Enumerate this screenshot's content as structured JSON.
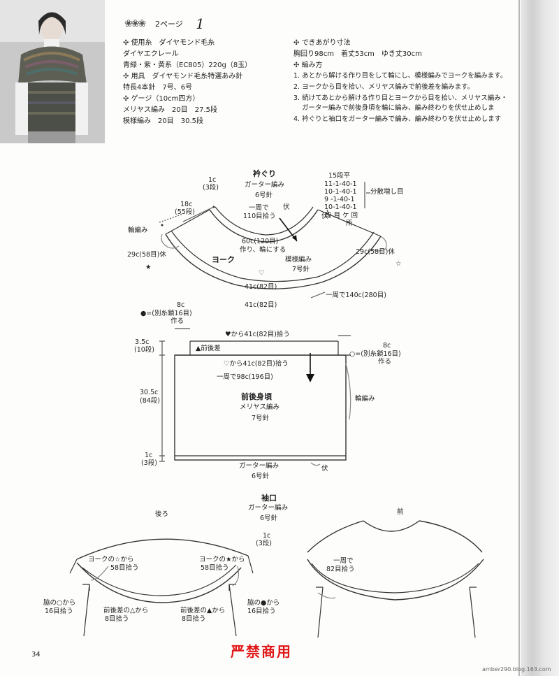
{
  "header": {
    "page_ref": "2ページ",
    "pattern_number": "1"
  },
  "materials": {
    "yarn_heading": "使用糸　ダイヤモンド毛糸",
    "yarn_name": "ダイヤエクレール",
    "yarn_color": "青緑・紫・黄系（EC805）220g（8玉）",
    "tools_heading": "用具　ダイヤモンド毛糸特選あみ針",
    "needles": "特長4本針　7号、6号",
    "gauge_heading": "ゲージ（10cm四方）",
    "gauge_1": "メリヤス編み　20目　27.5段",
    "gauge_2": "模様編み　20目　30.5段"
  },
  "finished": {
    "heading": "できあがり寸法",
    "sizes": "胸回り98cm　着丈53cm　ゆき丈30cm",
    "method_heading": "編み方",
    "steps": [
      "1. あとから解ける作り目をして輪にし、模様編みでヨークを編みます。",
      "2. ヨークから目を拾い、メリヤス編みで前後差を編みます。",
      "3. 続けてあとから解ける作り目とヨークから目を拾い、メリヤス編み・",
      "ガーター編みで前後身頃を輪に編み、編み終わりを伏せ止めしま",
      "4. 衿ぐりと袖口をガーター編みで編み、編み終わりを伏せ止めします"
    ]
  },
  "collar": {
    "title": "衿ぐり",
    "garter": "ガーター編み",
    "needle": "6号針",
    "h1": "1c",
    "h1_rows": "(3段)",
    "h2": "18c",
    "h2_rows": "(55段)",
    "round": "一周で",
    "pick": "110目拾う",
    "fu": "伏",
    "ribbing": "輪編み",
    "cast": "60c(120目)",
    "cast_note": "作り、輪にする",
    "left_rest": "29c(58目)休",
    "right_rest": "29c(58目)休",
    "yoke": "ヨーク",
    "pattern": "模様編み",
    "needle7": "7号針",
    "heart": "♡",
    "star": "★",
    "star_white": "☆",
    "w1": "41c(82目)",
    "w2": "41c(82目)",
    "round140": "一周で140c(280目)"
  },
  "increase_table": {
    "rows": [
      "15段平",
      "11-1-40-1",
      "10-1-40-1",
      "9 -1-40-1",
      "10-1-40-1",
      "段 目 ケ 回"
    ],
    "last": "所",
    "label": "分散増し目"
  },
  "body": {
    "left_w": "8c",
    "left_cast": "●=(別糸鎖16目)",
    "left_make": "作る",
    "right_w": "8c",
    "right_cast": "○=(別糸鎖16目)",
    "right_make": "作る",
    "top_pick": "♥から41c(82目)拾う",
    "mid_pick": "♡から41c(82目)拾う",
    "front_back_diff": "▲前後差",
    "h1": "3.5c",
    "h1_rows": "(10段)",
    "round98": "一周で98c(196目)",
    "title": "前後身頃",
    "stitch": "メリヤス編み",
    "needle": "7号針",
    "h2": "30.5c",
    "h2_rows": "(84段)",
    "ribbing": "輪編み",
    "h3": "1c",
    "h3_rows": "(3段)",
    "bottom": "ガーター編み",
    "bottom_needle": "6号針",
    "fu": "伏"
  },
  "sleeve": {
    "title": "袖口",
    "garter": "ガーター編み",
    "needle": "6号針",
    "back": "後ろ",
    "front": "前",
    "yoke_white": "ヨークの☆から",
    "pick58a": "58目拾う",
    "yoke_black": "ヨークの★から",
    "pick58b": "58目拾う",
    "h": "1c",
    "h_rows": "(3段)",
    "side_white": "脇の○から",
    "pick16a": "16目拾う",
    "diff_tri": "前後差の△から",
    "pick8a": "8目拾う",
    "diff_tri_b": "前後差の▲から",
    "pick8b": "8目拾う",
    "side_black": "脇の●から",
    "pick16b": "16目拾う",
    "front_round": "一周で",
    "pick82": "82目拾う"
  },
  "footer": {
    "page": "34",
    "watermark": "严禁商用",
    "url": "amber290.blog.163.com"
  },
  "colors": {
    "watermark": "#e01818",
    "line": "#333333"
  }
}
